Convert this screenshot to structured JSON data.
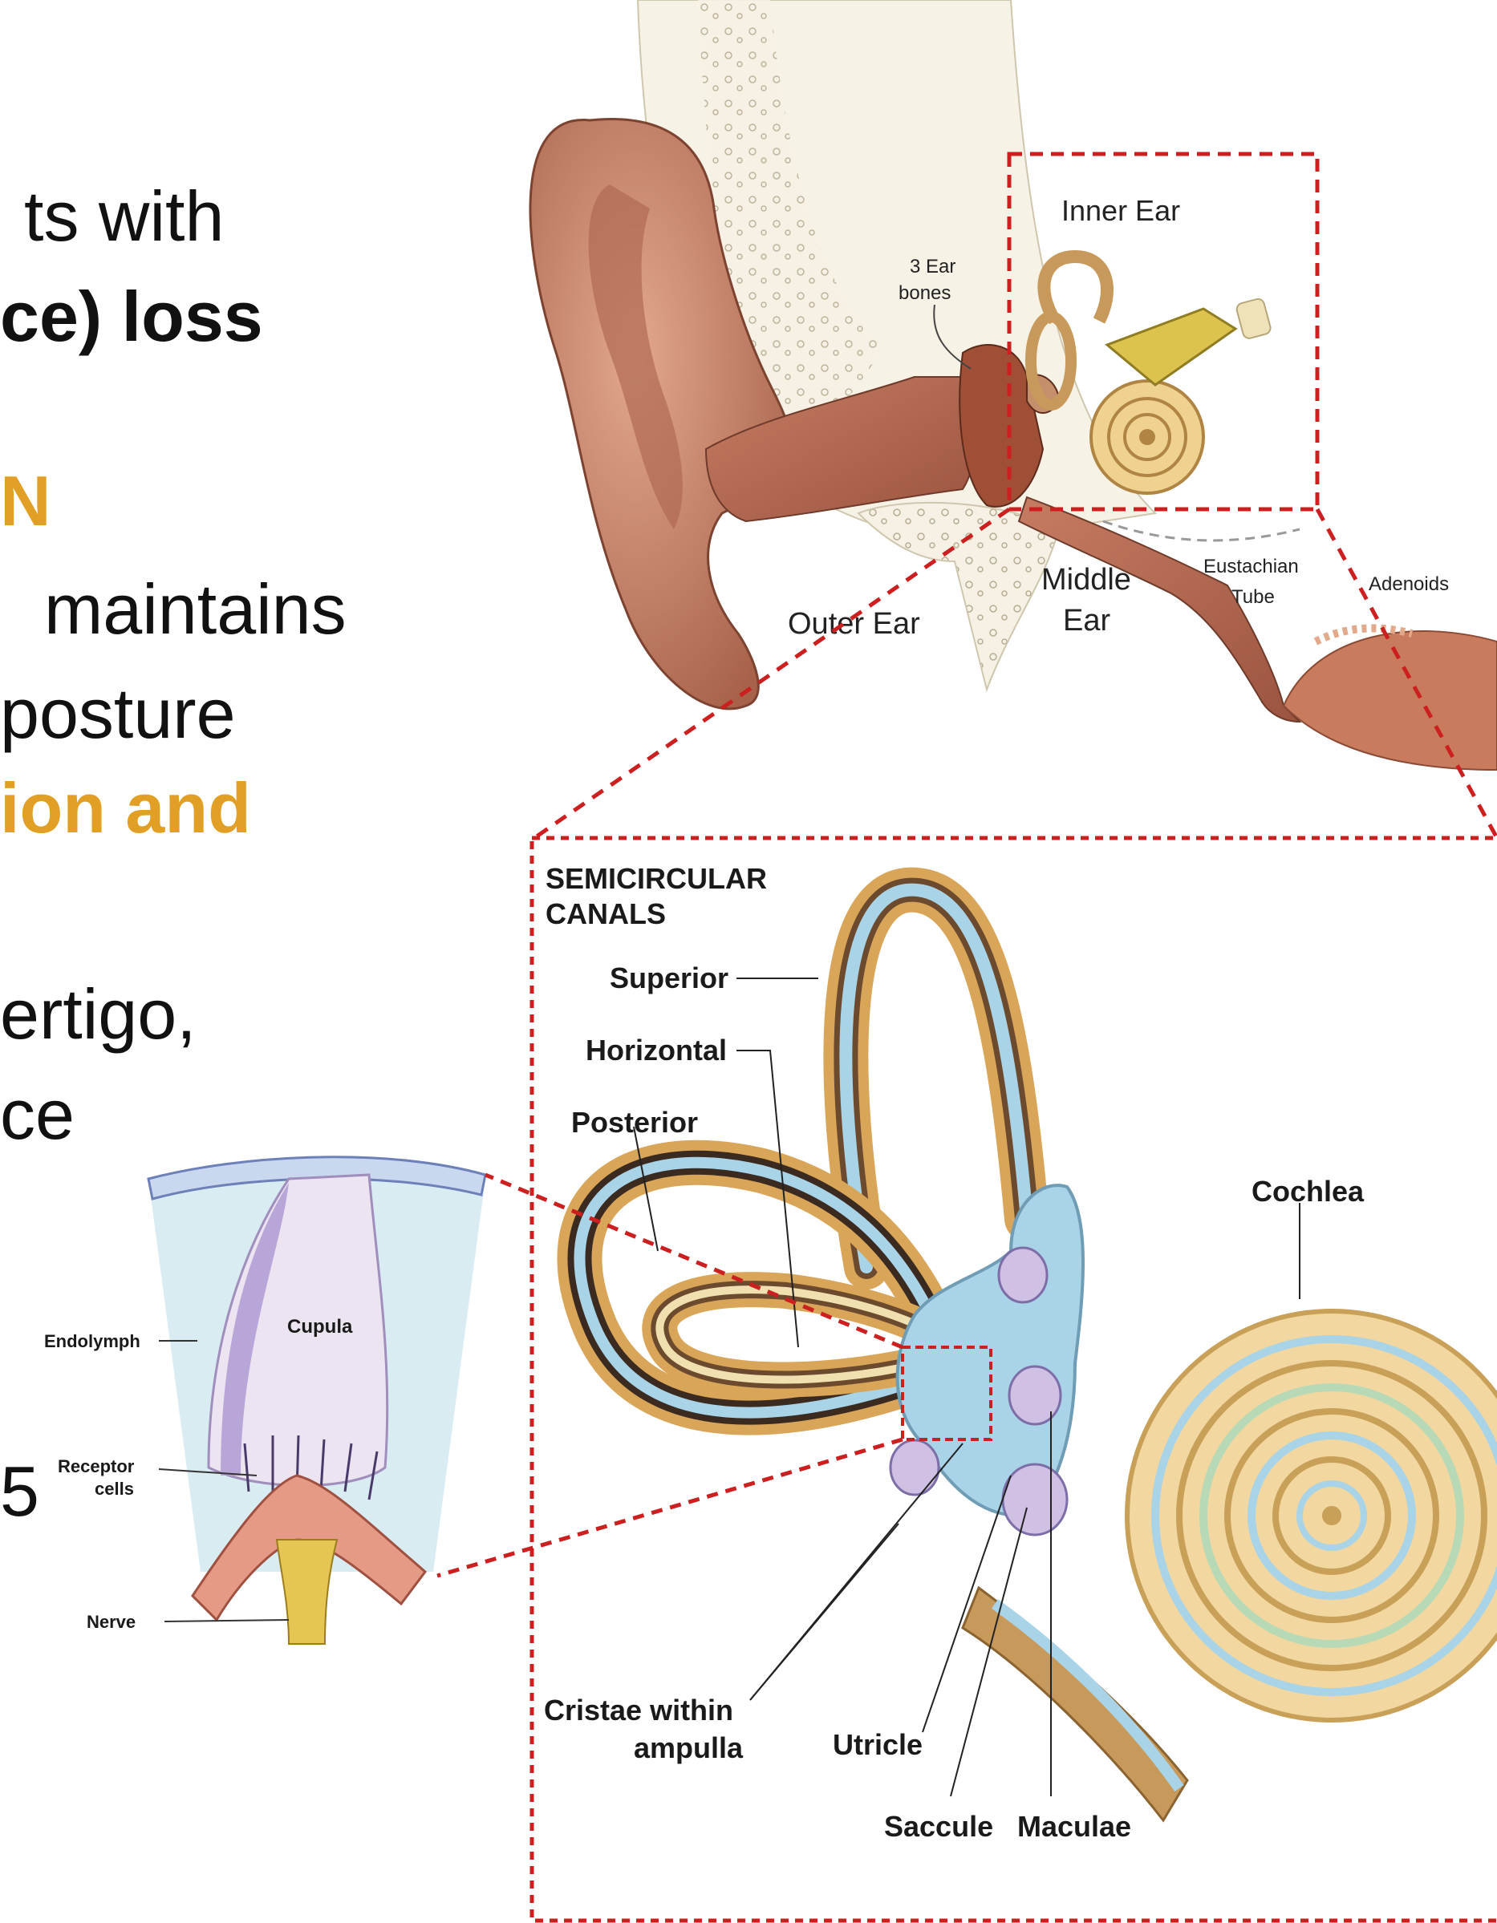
{
  "slide_text": [
    {
      "text": "ts with",
      "style": "normal"
    },
    {
      "text": "ce) loss",
      "style": "bold"
    },
    {
      "text": "N",
      "style": "orange"
    },
    {
      "text": "maintains",
      "style": "normal"
    },
    {
      "text": "posture",
      "style": "normal"
    },
    {
      "text": "ion and",
      "style": "orange"
    },
    {
      "text": "ertigo,",
      "style": "normal"
    },
    {
      "text": "ce",
      "style": "normal"
    },
    {
      "text": "5",
      "style": "normal"
    }
  ],
  "ear_labels": {
    "inner_ear": "Inner Ear",
    "ear_bones_1": "3 Ear",
    "ear_bones_2": "bones",
    "middle_ear_1": "Middle",
    "middle_ear_2": "Ear",
    "outer_ear": "Outer Ear",
    "eustachian_1": "Eustachian",
    "eustachian_2": "Tube",
    "adenoids": "Adenoids"
  },
  "labyrinth_labels": {
    "semicircular_1": "SEMICIRCULAR",
    "semicircular_2": "CANALS",
    "superior": "Superior",
    "horizontal": "Horizontal",
    "posterior": "Posterior",
    "cochlea": "Cochlea",
    "cristae_1": "Cristae  within",
    "cristae_2": "ampulla",
    "utricle": "Utricle",
    "saccule": "Saccule",
    "maculae": "Maculae"
  },
  "ampulla_labels": {
    "endolymph": "Endolymph",
    "cupula": "Cupula",
    "receptor_1": "Receptor",
    "receptor_2": "cells",
    "nerve": "Nerve"
  },
  "colors": {
    "callout_red": "#cc1f1f",
    "text_orange": "#e19f26",
    "skin": "#c9866a",
    "canal_blue": "#a9d3e6",
    "bone_tan": "#e8c27a"
  }
}
